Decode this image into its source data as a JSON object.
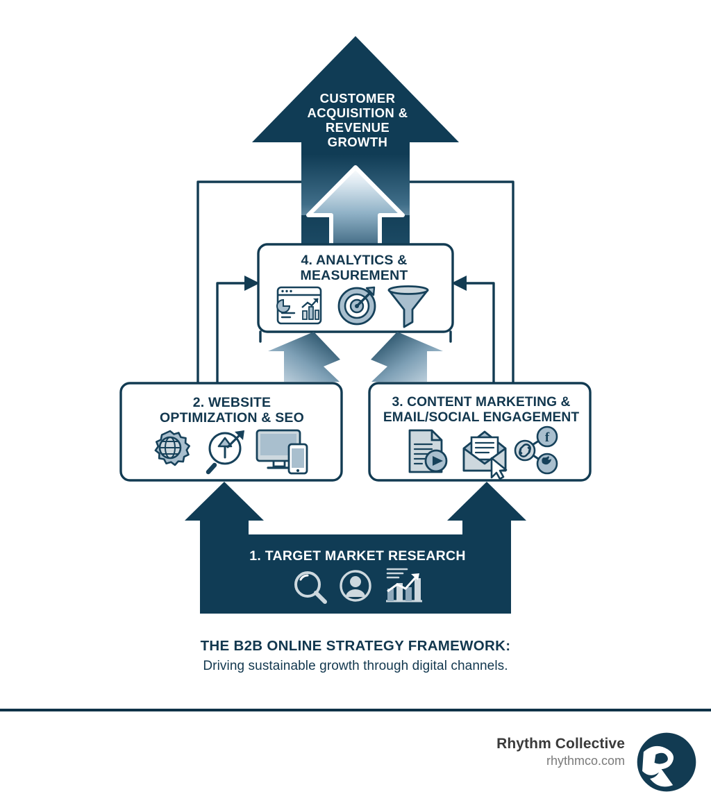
{
  "infographic": {
    "apex": {
      "label": "CUSTOMER\nACQUISITION &\nREVENUE\nGROWTH",
      "shape": "up-arrow",
      "fill": "#103c55"
    },
    "steps": [
      {
        "number": "1.",
        "title": "1. TARGET MARKET RESEARCH",
        "shape": "up-arrow-banner",
        "text_color": "#ffffff",
        "icons": [
          "magnifier-icon",
          "user-persona-icon",
          "bar-chart-trend-icon"
        ]
      },
      {
        "number": "2.",
        "title": "2. WEBSITE\nOPTIMIZATION & SEO",
        "shape": "rounded-box",
        "text_color": "#12374e",
        "icons": [
          "globe-gear-icon",
          "magnifier-arrow-icon",
          "desktop-mobile-icon"
        ]
      },
      {
        "number": "3.",
        "title": "3. CONTENT MARKETING &\nEMAIL/SOCIAL ENGAGEMENT",
        "shape": "rounded-box",
        "text_color": "#12374e",
        "icons": [
          "document-play-icon",
          "open-envelope-cursor-icon",
          "social-network-icon"
        ]
      },
      {
        "number": "4.",
        "title": "4. ANALYTICS &\nMEASUREMENT",
        "shape": "rounded-box",
        "text_color": "#12374e",
        "icons": [
          "dashboard-analytics-icon",
          "target-arrow-icon",
          "funnel-icon"
        ]
      }
    ],
    "caption": {
      "title": "THE B2B ONLINE STRATEGY FRAMEWORK:",
      "subtitle": "Driving sustainable growth through digital channels."
    }
  },
  "footer": {
    "brand": "Rhythm Collective",
    "url": "rhythmco.com",
    "logo_letter": "R",
    "logo_name": "rhythm-collective-logo"
  },
  "colors": {
    "navy": "#103c55",
    "navy_dark": "#0f3247",
    "ink": "#12374e",
    "steel": "#a9bfce",
    "steel_light": "#cdd8de",
    "pale_blue": "#b9cfdd",
    "white": "#ffffff",
    "background": "#ffffff"
  }
}
